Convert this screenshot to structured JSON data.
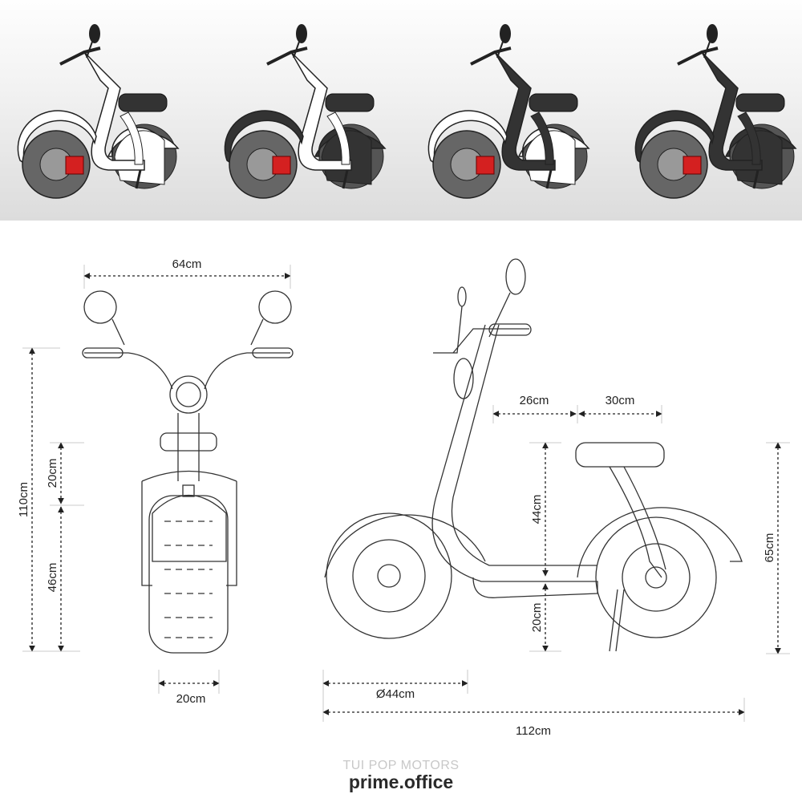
{
  "color_variants": [
    {
      "body": "#ffffff",
      "fenders": "#ffffff"
    },
    {
      "body": "#ffffff",
      "fenders": "#333333"
    },
    {
      "body": "#333333",
      "fenders": "#ffffff"
    },
    {
      "body": "#333333",
      "fenders": "#333333"
    }
  ],
  "accent_color": "#d42020",
  "dimensions": {
    "front_width": "64cm",
    "total_height": "110cm",
    "seat_to_fork": "20cm",
    "fork_height": "46cm",
    "tire_width": "20cm",
    "steer_to_seat": "26cm",
    "seat_length": "30cm",
    "seat_above_floor": "44cm",
    "floor_height": "20cm",
    "seat_height": "65cm",
    "wheel_diameter": "Ø44cm",
    "total_length": "112cm"
  },
  "branding": {
    "subtitle": "TUI POP MOTORS",
    "logo": "prime.office"
  }
}
